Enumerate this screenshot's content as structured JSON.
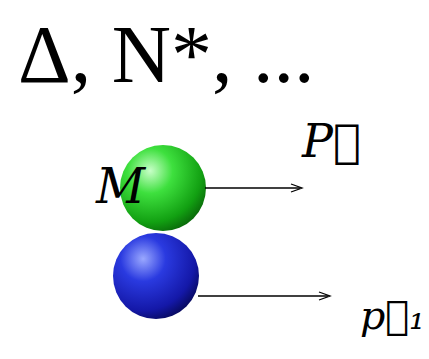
{
  "diagram": {
    "labels": [
      "Δ, N*, ...",
      "M",
      "P⃗",
      "p⃗₁"
    ]
  }
}
